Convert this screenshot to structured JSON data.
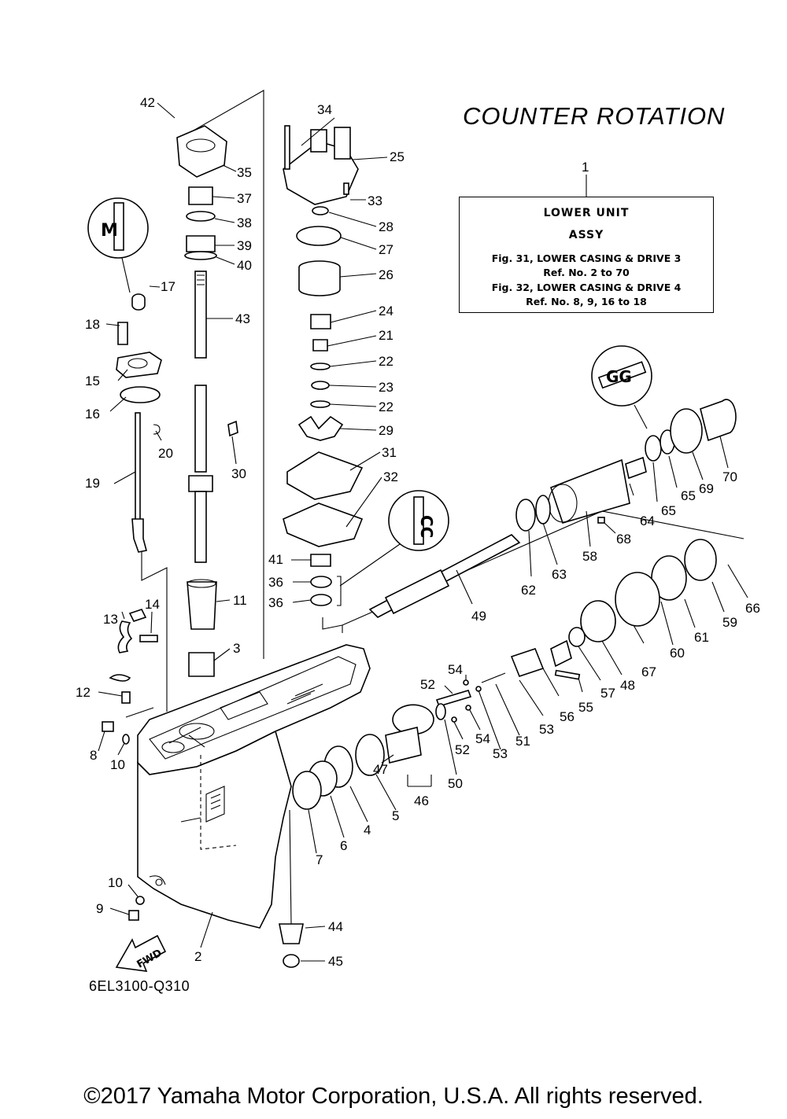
{
  "title": "COUNTER ROTATION",
  "reference_box": {
    "callout": "1",
    "line1": "LOWER UNIT",
    "line2": "ASSY",
    "line3": "Fig. 31, LOWER CASING & DRIVE 3",
    "line4": "Ref. No. 2 to 70",
    "line5": "Fig. 32, LOWER CASING & DRIVE 4",
    "line6": "Ref. No. 8, 9, 16 to 18"
  },
  "symbols": {
    "grease_a": "M",
    "grease_b": "GG",
    "grease_c": "CC"
  },
  "fwd_label": "FWD",
  "diagram_code": "6EL3100-Q310",
  "copyright": "©2017 Yamaha Motor Corporation, U.S.A. All rights reserved.",
  "callouts": {
    "c2": "2",
    "c3": "3",
    "c4": "4",
    "c5": "5",
    "c6": "6",
    "c7": "7",
    "c8": "8",
    "c9": "9",
    "c10a": "10",
    "c10b": "10",
    "c11": "11",
    "c12": "12",
    "c13": "13",
    "c14": "14",
    "c15": "15",
    "c16": "16",
    "c17": "17",
    "c18": "18",
    "c19": "19",
    "c20": "20",
    "c21": "21",
    "c22a": "22",
    "c22b": "22",
    "c23": "23",
    "c24": "24",
    "c25": "25",
    "c26": "26",
    "c27": "27",
    "c28": "28",
    "c29": "29",
    "c30": "30",
    "c31": "31",
    "c32": "32",
    "c33": "33",
    "c34": "34",
    "c35": "35",
    "c36a": "36",
    "c36b": "36",
    "c37": "37",
    "c38": "38",
    "c39": "39",
    "c40": "40",
    "c41": "41",
    "c42": "42",
    "c43": "43",
    "c44": "44",
    "c45": "45",
    "c46": "46",
    "c47": "47",
    "c48": "48",
    "c49": "49",
    "c50": "50",
    "c51": "51",
    "c52a": "52",
    "c52b": "52",
    "c53a": "53",
    "c53b": "53",
    "c54a": "54",
    "c54b": "54",
    "c55": "55",
    "c56": "56",
    "c57": "57",
    "c58": "58",
    "c59": "59",
    "c60": "60",
    "c61": "61",
    "c62": "62",
    "c63": "63",
    "c64": "64",
    "c65a": "65",
    "c65b": "65",
    "c66": "66",
    "c67": "67",
    "c68": "68",
    "c69": "69",
    "c70": "70"
  }
}
